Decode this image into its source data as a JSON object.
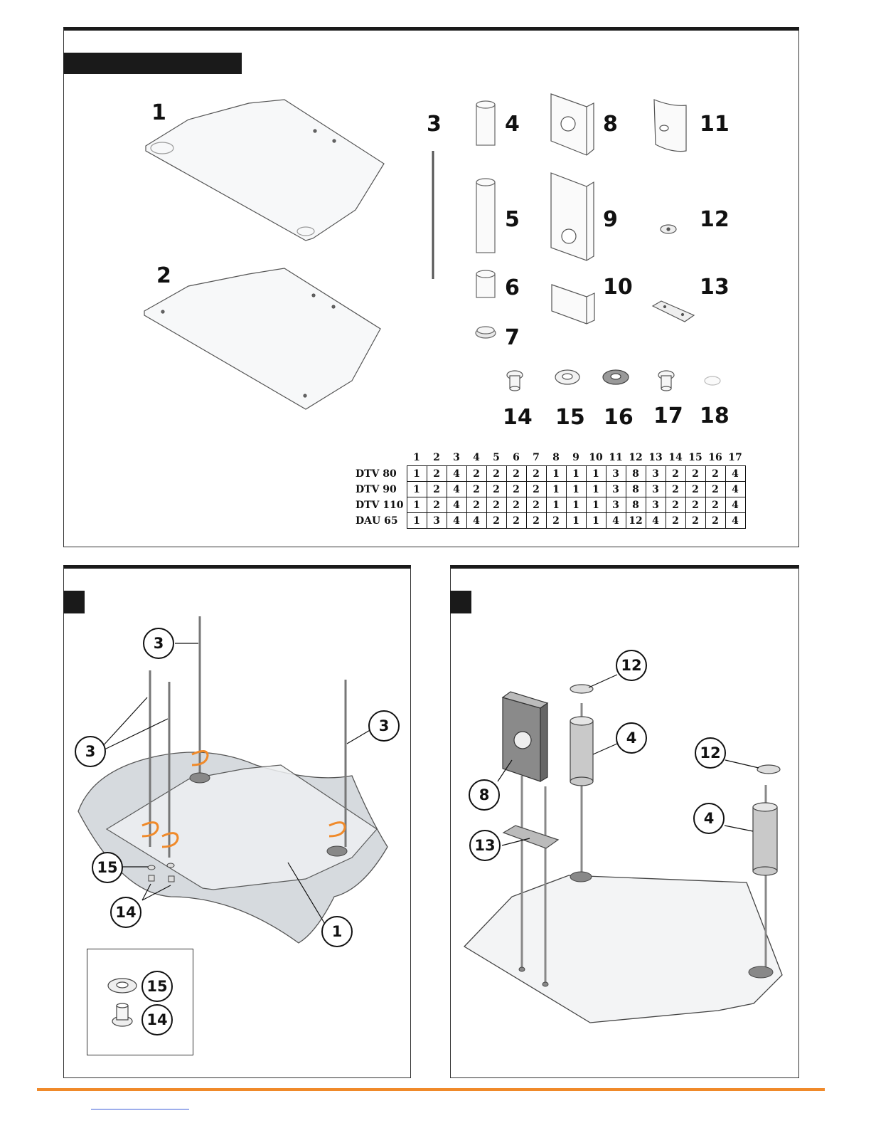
{
  "parts_panel": {
    "part_labels": {
      "p1": "1",
      "p2": "2",
      "p3": "3",
      "p4": "4",
      "p5": "5",
      "p6": "6",
      "p7": "7",
      "p8": "8",
      "p9": "9",
      "p10": "10",
      "p11": "11",
      "p12": "12",
      "p13": "13",
      "p14": "14",
      "p15": "15",
      "p16": "16",
      "p17": "17",
      "p18": "18"
    }
  },
  "parts_table": {
    "columns": [
      "1",
      "2",
      "3",
      "4",
      "5",
      "6",
      "7",
      "8",
      "9",
      "10",
      "11",
      "12",
      "13",
      "14",
      "15",
      "16",
      "17"
    ],
    "rows": [
      {
        "model": "DTV 80",
        "values": [
          "1",
          "2",
          "4",
          "2",
          "2",
          "2",
          "2",
          "1",
          "1",
          "1",
          "3",
          "8",
          "3",
          "2",
          "2",
          "2",
          "4"
        ]
      },
      {
        "model": "DTV 90",
        "values": [
          "1",
          "2",
          "4",
          "2",
          "2",
          "2",
          "2",
          "1",
          "1",
          "1",
          "3",
          "8",
          "3",
          "2",
          "2",
          "2",
          "4"
        ]
      },
      {
        "model": "DTV 110",
        "values": [
          "1",
          "2",
          "4",
          "2",
          "2",
          "2",
          "2",
          "1",
          "1",
          "1",
          "3",
          "8",
          "3",
          "2",
          "2",
          "2",
          "4"
        ]
      },
      {
        "model": "DAU 65",
        "values": [
          "1",
          "3",
          "4",
          "4",
          "2",
          "2",
          "2",
          "2",
          "1",
          "1",
          "4",
          "12",
          "4",
          "2",
          "2",
          "2",
          "4"
        ]
      }
    ]
  },
  "step1": {
    "callouts": {
      "c3a": "3",
      "c3b": "3",
      "c3c": "3",
      "c15": "15",
      "c14": "14",
      "c1": "1"
    },
    "inset": {
      "label15": "15",
      "label14": "14"
    }
  },
  "step2": {
    "callouts": {
      "c12a": "12",
      "c4a": "4",
      "c8": "8",
      "c13": "13",
      "c12b": "12",
      "c4b": "4"
    }
  },
  "colors": {
    "accent": "#f08a2a",
    "ink": "#1a1a1a",
    "link": "#3b5bd9"
  }
}
